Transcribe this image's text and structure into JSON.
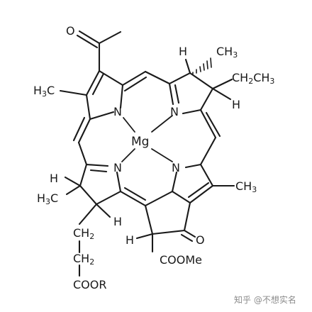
{
  "molecule": {
    "center_metal": "Mg",
    "nitrogen_label": "N",
    "labels": {
      "h_top_right": "H",
      "ch3_top_right_main": "CH",
      "ch3_top_right_sub": "3",
      "ethyl_ch2_main": "CH",
      "ethyl_ch2_sub": "2",
      "ethyl_ch3_main": "CH",
      "ethyl_ch3_sub": "3",
      "h_right": "H",
      "ch3_right_main": "CH",
      "ch3_right_sub": "3",
      "h3c_left_main": "H",
      "h3c_left_sub": "3",
      "h3c_left_tail": "C",
      "oxygen_acetyl": "O",
      "h_left_lower": "H",
      "h3c_lower_main": "H",
      "h3c_lower_sub": "3",
      "h3c_lower_tail": "C",
      "h_bottom_mid": "H",
      "h_bottom_ring": "H",
      "oxygen_keto": "O",
      "ester": "COOMe",
      "chain_ch2_a_main": "CH",
      "chain_ch2_a_sub": "2",
      "chain_ch2_b_main": "CH",
      "chain_ch2_b_sub": "2",
      "chain_end": "COOR"
    }
  },
  "watermark": {
    "text": "知乎 @不想实名"
  }
}
